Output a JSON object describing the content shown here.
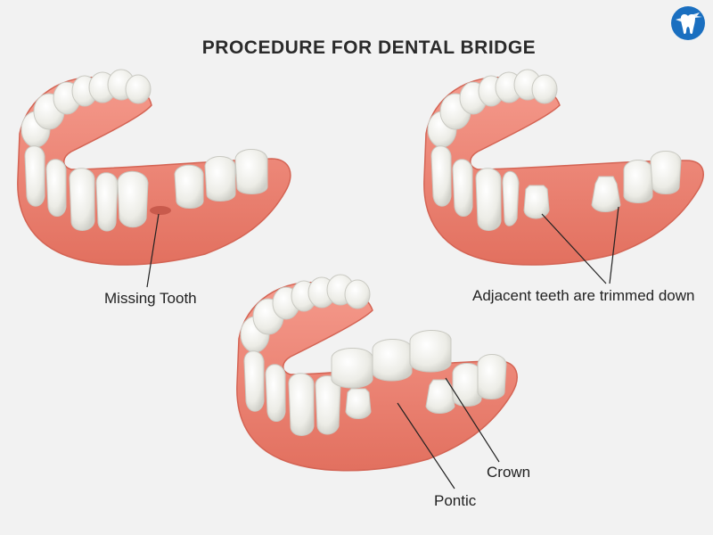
{
  "title": "PROCEDURE FOR DENTAL BRIDGE",
  "labels": {
    "missing_tooth": "Missing Tooth",
    "adjacent_trimmed": "Adjacent teeth are trimmed down",
    "crown": "Crown",
    "pontic": "Pontic"
  },
  "colors": {
    "background": "#f2f2f2",
    "gum": "#f0877a",
    "gum_dark": "#d96556",
    "tooth": "#f4f4f0",
    "tooth_shade": "#d8d8d2",
    "logo": "#1a6fc0"
  },
  "icons": {
    "logo": "tooth-with-plane-logo"
  }
}
